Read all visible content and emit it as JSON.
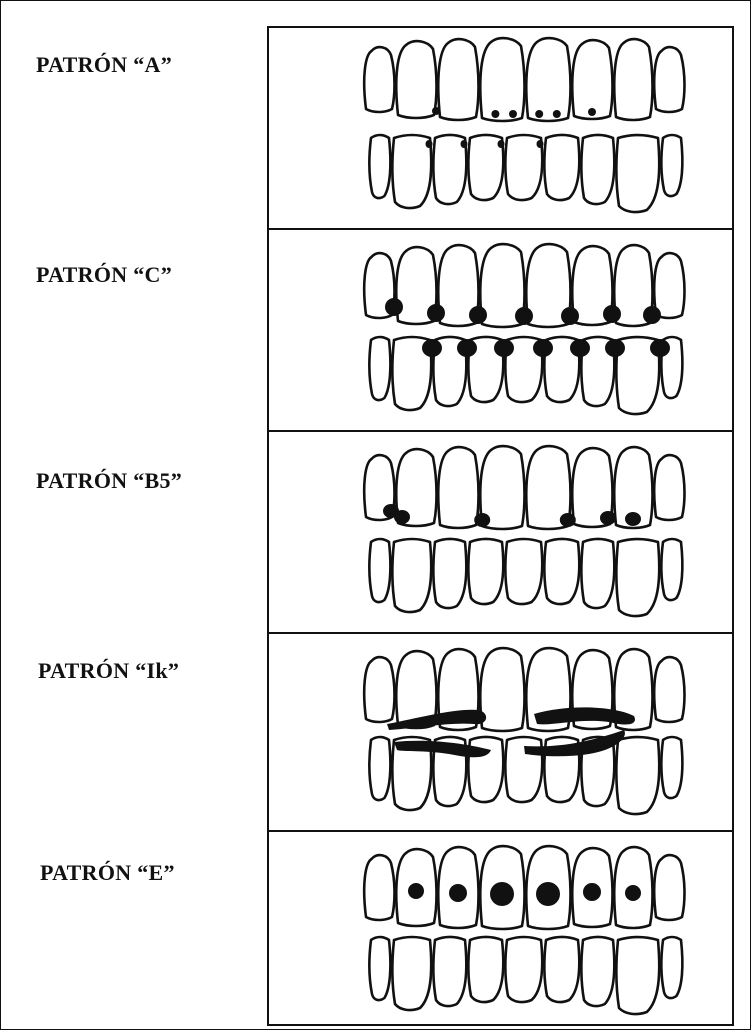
{
  "colors": {
    "ink": "#111111",
    "paper": "#ffffff"
  },
  "patterns": [
    {
      "id": "a",
      "label": "PATRÓN “A”"
    },
    {
      "id": "c",
      "label": "PATRÓN “C”"
    },
    {
      "id": "b5",
      "label": "PATRÓN “B5”"
    },
    {
      "id": "ik",
      "label": "PATRÓN “Ik”"
    },
    {
      "id": "e",
      "label": "PATRÓN “E”"
    }
  ]
}
